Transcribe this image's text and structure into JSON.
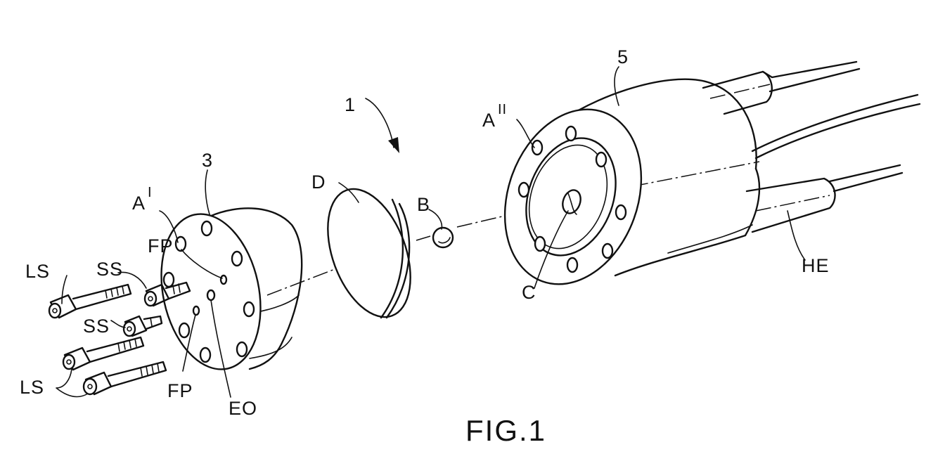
{
  "labels": {
    "assembly": "1",
    "block_left": "3",
    "block_right": "5",
    "holes_left": "A",
    "holes_left_mark": "I",
    "holes_right": "A",
    "holes_right_mark": "II",
    "disk": "D",
    "ball": "B",
    "center": "C",
    "heater": "HE",
    "fill_port_top": "FP",
    "fill_port_bottom": "FP",
    "exit_opening": "EO",
    "short_screw_top": "SS",
    "short_screw_bottom": "SS",
    "long_screw_top": "LS",
    "long_screws_bottom": "LS"
  },
  "caption": "FIG.1"
}
